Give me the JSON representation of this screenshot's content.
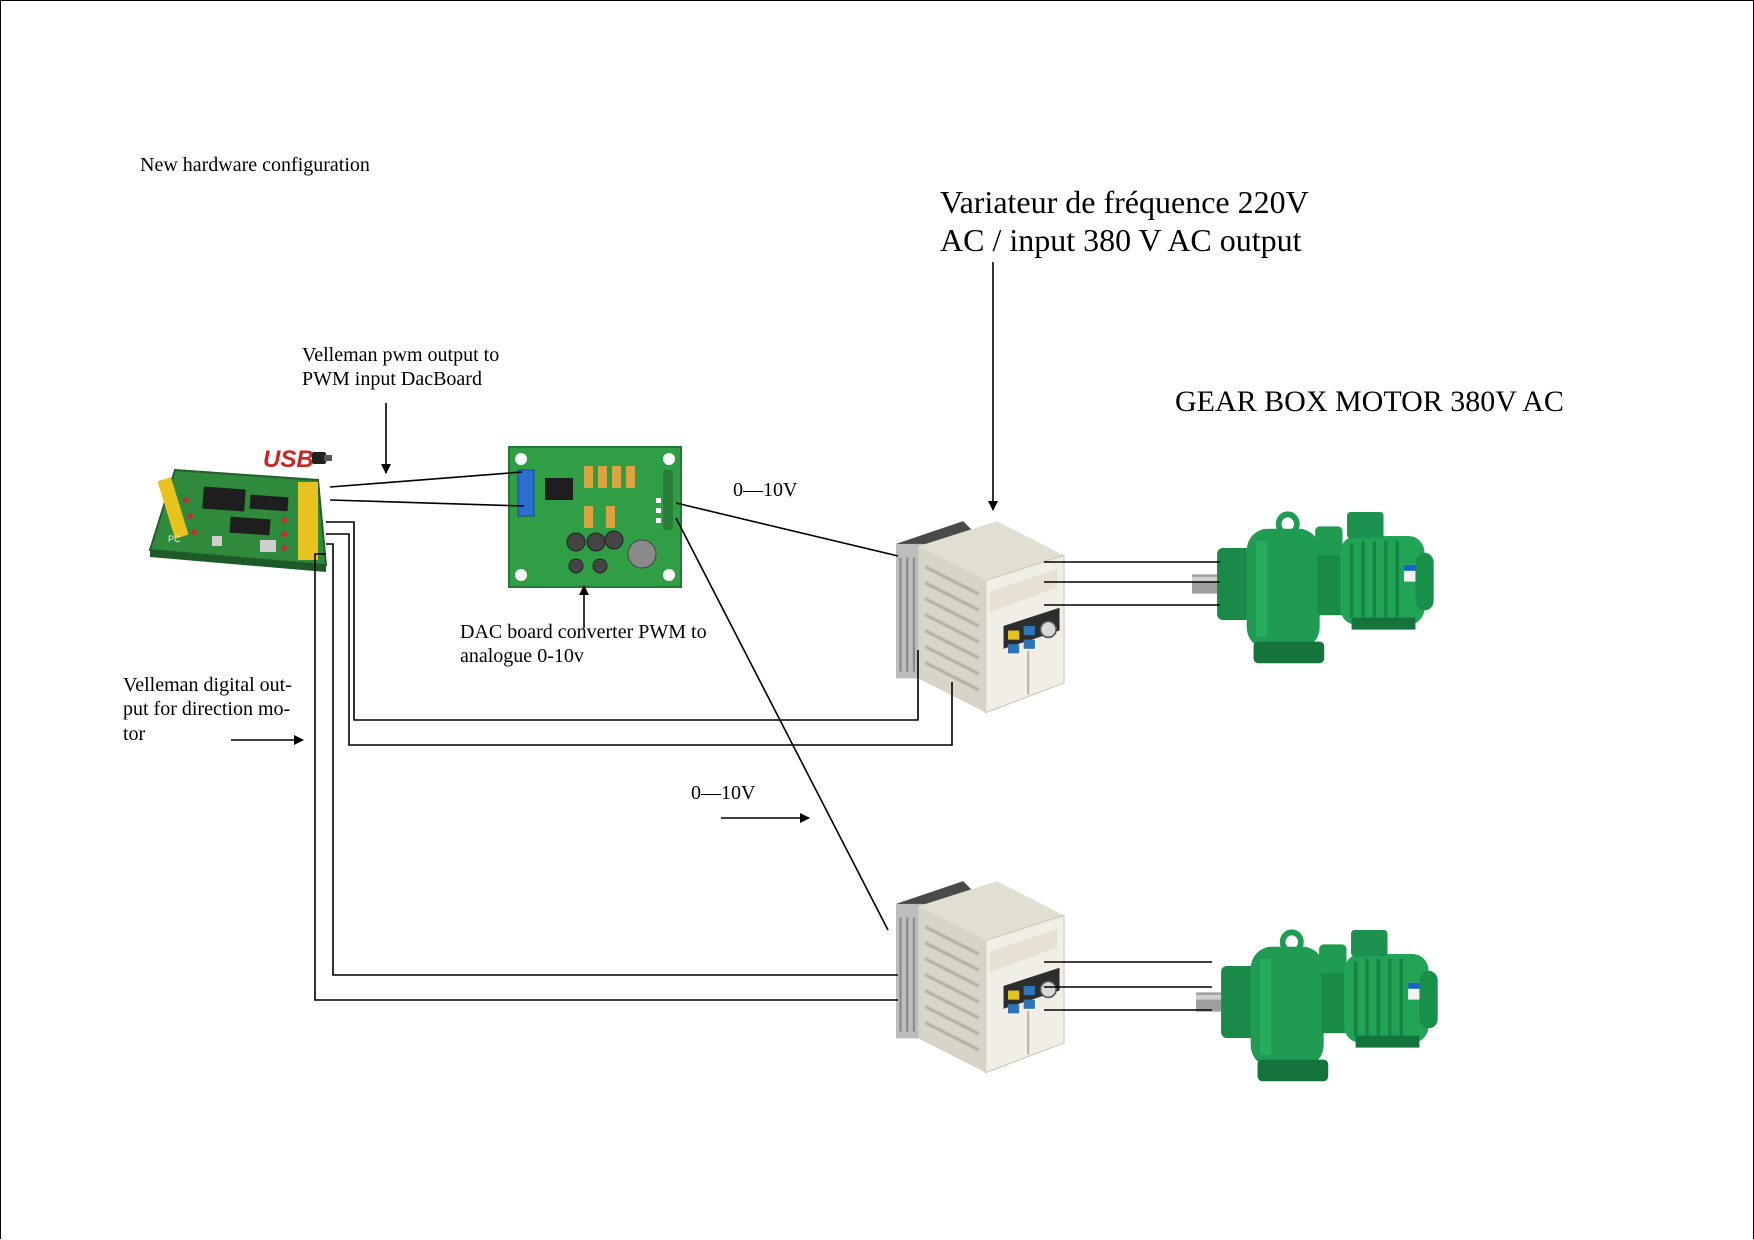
{
  "title": "New hardware configuration",
  "labels": {
    "inverter_line1": "Variateur de fréquence  220V",
    "inverter_line2": "AC / input  380 V AC output",
    "gearbox": "GEAR BOX MOTOR 380V AC",
    "pwm_line1": "Velleman pwm output to",
    "pwm_line2": "PWM input  DacBoard",
    "dac_line1": "DAC board converter PWM to",
    "dac_line2": "analogue 0-10v",
    "digital_line1": "Velleman digital out-",
    "digital_line2": "put for direction mo-",
    "digital_line3": "tor",
    "voltage_top": "0—10V",
    "voltage_mid": "0—10V"
  },
  "usb_logo": "USB",
  "board_chip_text": "PC",
  "colors": {
    "pcb_green": "#2f8a3c",
    "motor_green": "#1f9b52",
    "inverter_body": "#ebe7dc",
    "usb_red": "#c62828"
  },
  "icons": {
    "interface_board": "velleman-usb-board",
    "dac_board": "dac-pcb",
    "inverter": "frequency-inverter",
    "motor": "gearbox-motor"
  }
}
